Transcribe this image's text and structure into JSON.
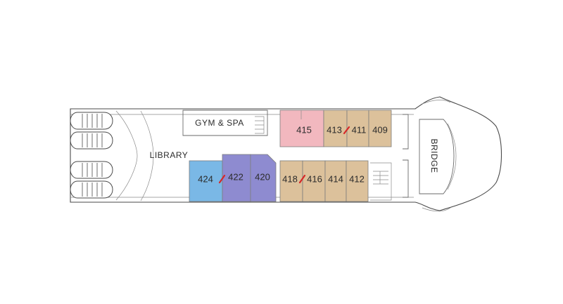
{
  "deck_plan": {
    "areas": {
      "gym_spa": "GYM & SPA",
      "library": "LIBRARY",
      "bridge": "BRIDGE"
    },
    "cabins": [
      {
        "id": "415",
        "category_color": "#f2b8bf"
      },
      {
        "id": "413",
        "category_color": "#dcc19b"
      },
      {
        "id": "411",
        "category_color": "#dcc19b"
      },
      {
        "id": "409",
        "category_color": "#dcc19b"
      },
      {
        "id": "424",
        "category_color": "#7ab8e6"
      },
      {
        "id": "422",
        "category_color": "#8e8bd0"
      },
      {
        "id": "420",
        "category_color": "#8e8bd0"
      },
      {
        "id": "418",
        "category_color": "#dcc19b"
      },
      {
        "id": "416",
        "category_color": "#dcc19b"
      },
      {
        "id": "414",
        "category_color": "#dcc19b"
      },
      {
        "id": "412",
        "category_color": "#dcc19b"
      }
    ],
    "connecting_cabins": [
      [
        "413",
        "411"
      ],
      [
        "424",
        "422"
      ],
      [
        "418",
        "416"
      ]
    ],
    "connector_color": "#d62828"
  }
}
